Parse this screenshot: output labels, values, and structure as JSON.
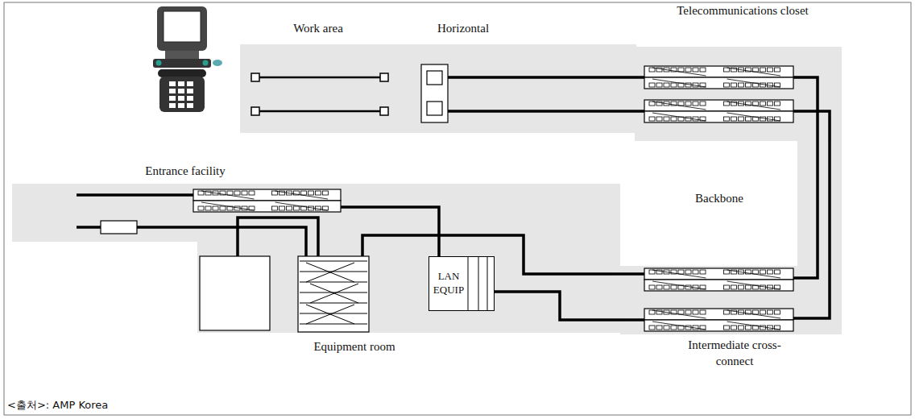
{
  "diagram": {
    "caption": "<출처>: AMP Korea",
    "nodes": [
      {
        "text": [
          "Work area",
          "Horizontal"
        ]
      },
      {
        "text": [
          "Telecommunications closet"
        ]
      },
      {
        "text": [
          "Entrance facility"
        ]
      },
      {
        "text": [
          "Equipment room"
        ]
      },
      {
        "text": [
          "LAN EQUIP"
        ],
        "in": 3
      },
      {
        "text": [
          "Intermediate cross-connect"
        ]
      }
    ],
    "edges": [
      {
        "from": 0,
        "to": 1,
        "arrow": "none"
      },
      {
        "from": 0,
        "to": 1,
        "arrow": "none"
      },
      {
        "from": 1,
        "to": 5,
        "arrow": "none"
      },
      {
        "from": 1,
        "to": 5,
        "arrow": "none"
      },
      {
        "from": 2,
        "to": 3,
        "arrow": "none"
      },
      {
        "from": 2,
        "to": 4,
        "arrow": "none"
      },
      {
        "from": 3,
        "to": 5,
        "arrow": "none"
      },
      {
        "from": 4,
        "to": 5,
        "arrow": "none"
      }
    ],
    "labels": [
      "Backbone"
    ]
  }
}
